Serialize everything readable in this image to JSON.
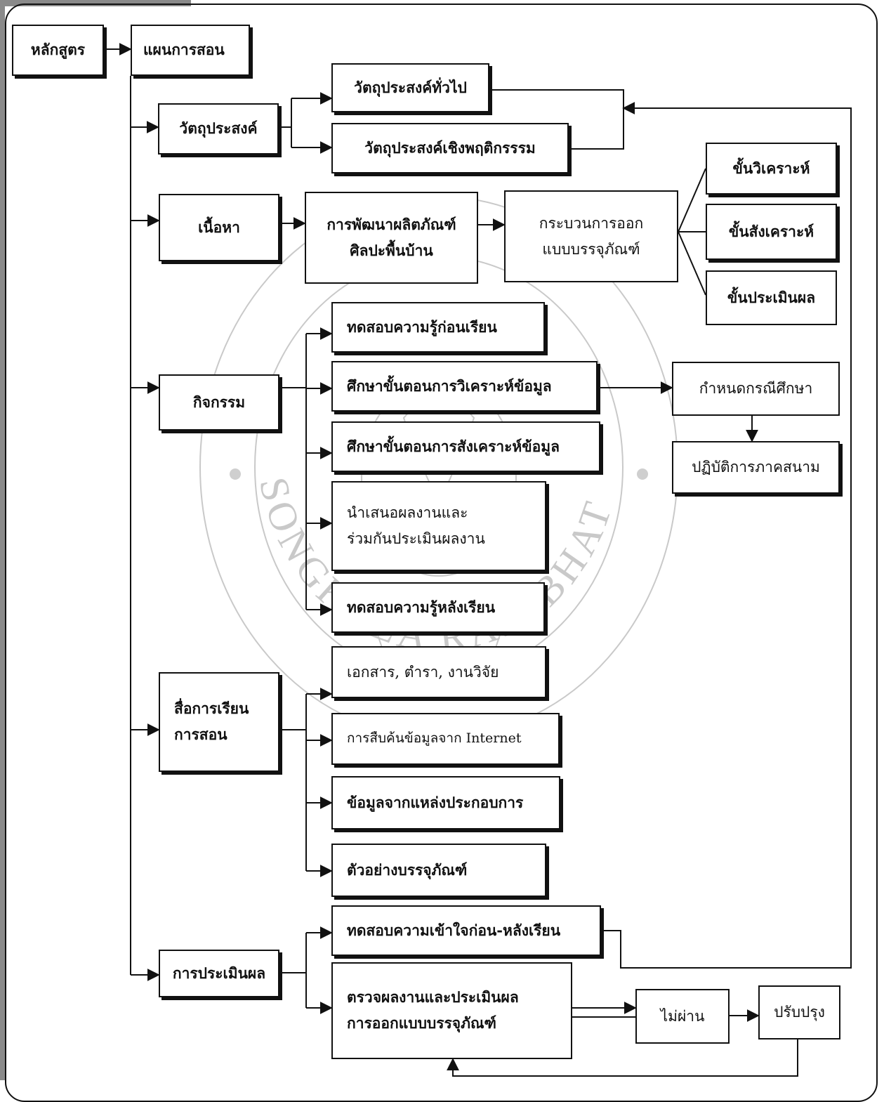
{
  "nodes": {
    "curriculum": "หลักสูตร",
    "lesson_plan": "แผนการสอน",
    "objectives": "วัตถุประสงค์",
    "objectives_general": "วัตถุประสงค์ทั่วไป",
    "objectives_behavioral": "วัตถุประสงค์เชิงพฤติกรรรม",
    "content": "เนื้อหา",
    "content_product_1": "การพัฒนาผลิตภัณฑ์",
    "content_product_2": "ศิลปะพื้นบ้าน",
    "design_process_1": "กระบวนการออก",
    "design_process_2": "แบบบรรจุภัณฑ์",
    "stage_analysis": "ขั้นวิเคราะห์",
    "stage_synthesis": "ขั้นสังเคราะห์",
    "stage_evaluation": "ขั้นประเมินผล",
    "activities": "กิจกรรม",
    "act_pretest": "ทดสอบความรู้ก่อนเรียน",
    "act_analysis": "ศึกษาขั้นตอนการวิเคราะห์ข้อมูล",
    "act_synthesis": "ศึกษาขั้นตอนการสังเคราะห์ข้อมูล",
    "act_present_1": "นำเสนอผลงานและ",
    "act_present_2": "ร่วมกันประเมินผลงาน",
    "act_posttest": "ทดสอบความรู้หลังเรียน",
    "case_study": "กำหนดกรณีศึกษา",
    "field_practice": "ปฏิบัติการภาคสนาม",
    "media_1": "สื่อการเรียน",
    "media_2": "การสอน",
    "media_docs": "เอกสาร, ตำรา, งานวิจัย",
    "media_internet": "การสืบค้นข้อมูลจาก Internet",
    "media_business": "ข้อมูลจากแหล่งประกอบการ",
    "media_samples": "ตัวอย่างบรรจุภัณฑ์",
    "evaluation": "การประเมินผล",
    "eval_test": "ทดสอบความเข้าใจก่อน-หลังเรียน",
    "eval_check_1": "ตรวจผลงานและประเมินผล",
    "eval_check_2": "การออกแบบบรรจุภัณฑ์",
    "fail": "ไม่ผ่าน",
    "improve": "ปรับปรุง"
  },
  "seal_text": "SONGKHLA RAJABHAT UNIVERSITY"
}
